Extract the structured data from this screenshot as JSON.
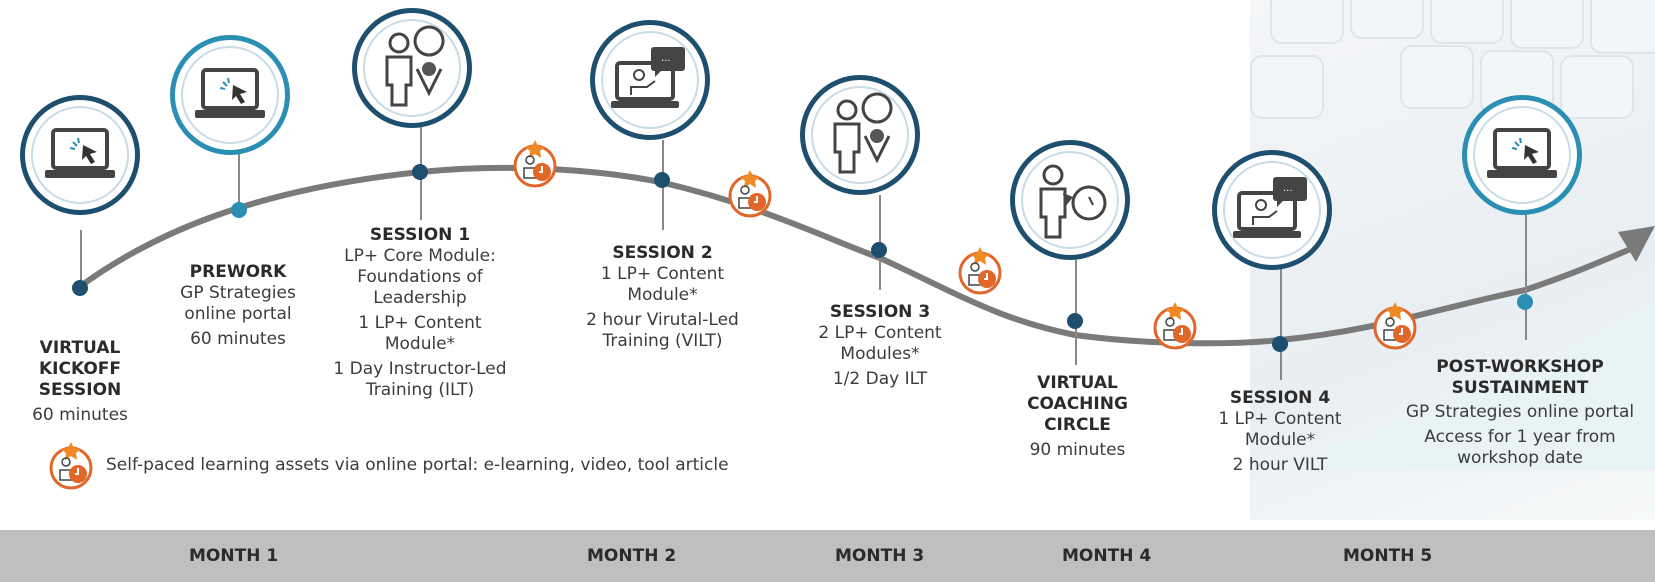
{
  "milestones": [
    {
      "title_1": "VIRTUAL",
      "title_2": "KICKOFF",
      "title_3": "SESSION",
      "duration": "60 minutes"
    },
    {
      "title_1": "PREWORK",
      "detail_1": "GP Strategies",
      "detail_2": "online portal",
      "duration": "60 minutes"
    },
    {
      "title_1": "SESSION 1",
      "detail_1": "LP+ Core Module:",
      "detail_2": "Foundations of",
      "detail_3": "Leadership",
      "detail_4": "1 LP+ Content",
      "detail_5": "Module*",
      "duration_1": "1 Day Instructor-Led",
      "duration_2": "Training (ILT)"
    },
    {
      "title_1": "SESSION 2",
      "detail_1": "1 LP+ Content",
      "detail_2": "Module*",
      "duration_1": "2 hour Virutal-Led",
      "duration_2": "Training (VILT)"
    },
    {
      "title_1": "SESSION 3",
      "detail_1": "2 LP+ Content",
      "detail_2": "Modules*",
      "duration": "1/2 Day ILT"
    },
    {
      "title_1": "VIRTUAL",
      "title_2": "COACHING",
      "title_3": "CIRCLE",
      "duration": "90 minutes"
    },
    {
      "title_1": "SESSION 4",
      "detail_1": "1 LP+ Content",
      "detail_2": "Module*",
      "duration": "2 hour VILT"
    },
    {
      "title_1": "POST-WORKSHOP",
      "title_2": "SUSTAINMENT",
      "detail_1": "GP Strategies online portal",
      "duration_1": "Access for 1 year from",
      "duration_2": "workshop date"
    }
  ],
  "legend": {
    "text": "Self-paced learning assets via online portal: e-learning, video, tool article"
  },
  "months": [
    "MONTH 1",
    "MONTH 2",
    "MONTH 3",
    "MONTH 4",
    "MONTH 5"
  ],
  "colors": {
    "dark_blue": "#1e4f6e",
    "light_blue": "#2a8fb2",
    "orange": "#e0662a",
    "month_bar": "#bfbfbf"
  }
}
